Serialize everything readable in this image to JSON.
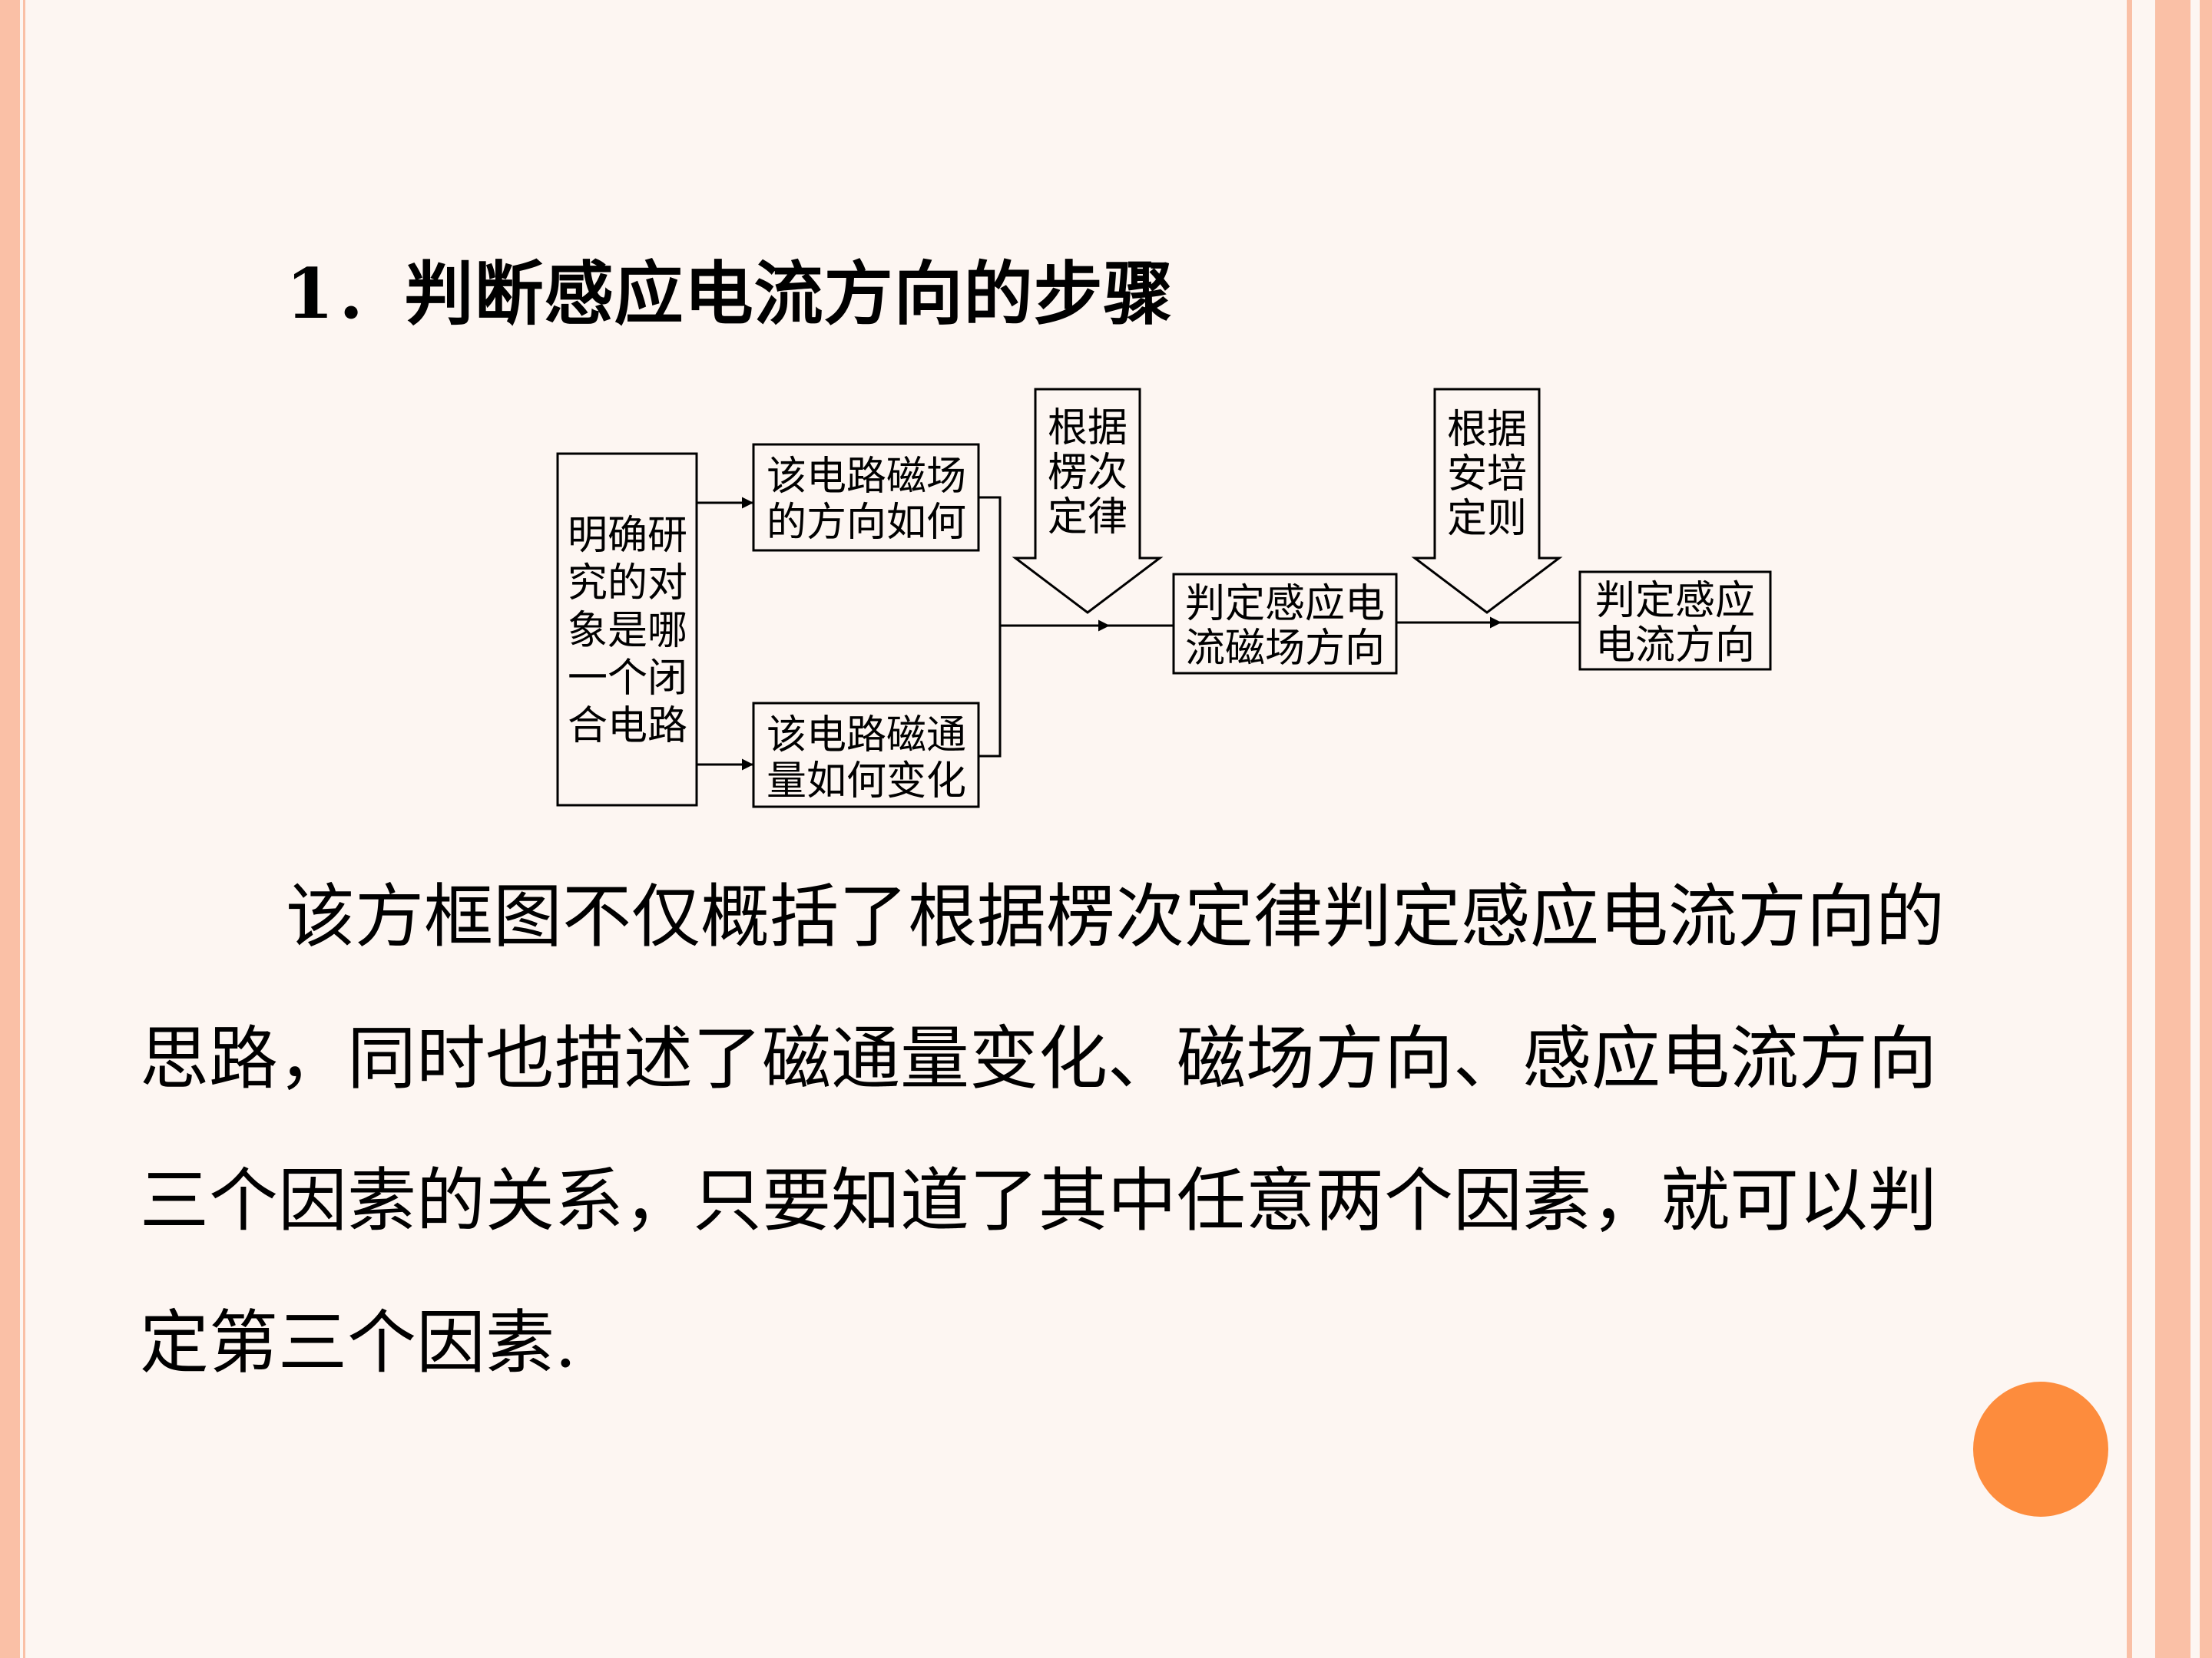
{
  "heading": "1．判断感应电流方向的步骤",
  "diagram": {
    "object": [
      "明确研",
      "究的对",
      "象是哪",
      "一个闭",
      "合电路"
    ],
    "field_box": [
      "该电路磁场",
      "的方向如何"
    ],
    "flux_box": [
      "该电路磁通",
      "量如何变化"
    ],
    "lenz_arrow": [
      "根据",
      "楞次",
      "定律"
    ],
    "current_field_box": [
      "判定感应电",
      "流磁场方向"
    ],
    "ampere_arrow": [
      "根据",
      "安培",
      "定则"
    ],
    "result_box": [
      "判定感应",
      "电流方向"
    ]
  },
  "paragraph": {
    "lines": [
      "该方框图不仅概括了根据楞次定律判定感应电流方向的",
      "思路，同时也描述了磁通量变化、磁场方向、感应电流方向",
      "三个因素的关系，只要知道了其中任意两个因素，就可以判",
      "定第三个因素."
    ]
  },
  "colors": {
    "background": "#fdf6f2",
    "accent_bars": "#fac0a6",
    "dot": "#fd8c3d"
  }
}
